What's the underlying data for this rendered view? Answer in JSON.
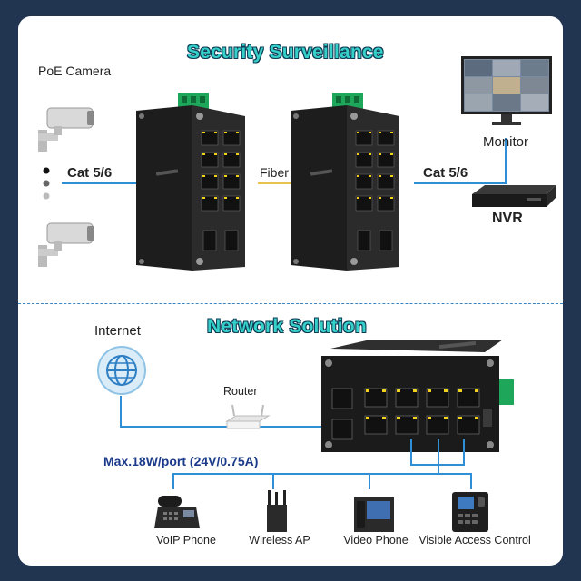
{
  "surveillance": {
    "title": "Security Surveillance",
    "poe_camera": "PoE Camera",
    "cable_left": "Cat 5/6",
    "fiber": "Fiber",
    "cable_right": "Cat 5/6",
    "monitor": "Monitor",
    "nvr": "NVR"
  },
  "network": {
    "title": "Network Solution",
    "internet": "Internet",
    "router": "Router",
    "power": "Max.18W/port (24V/0.75A)",
    "devices": [
      "VoIP Phone",
      "Wireless AP",
      "Video Phone",
      "Visible Access Control"
    ]
  },
  "colors": {
    "title_fill": "#35d0c8",
    "title_outline": "#0f3a55",
    "link_line": "#2e8fd6",
    "power_text": "#1a3a8a",
    "terminal_green": "#1ea65a",
    "port_led": "#f2d21b"
  }
}
